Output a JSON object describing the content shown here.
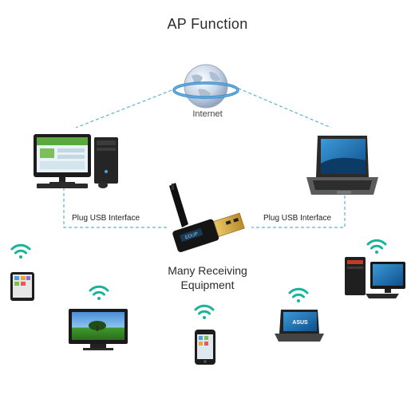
{
  "title": "AP Function",
  "internet_label": "Internet",
  "usb_left_label": "Plug USB Interface",
  "usb_right_label": "Plug USB Interface",
  "center_label_line1": "Many Receiving",
  "center_label_line2": "Equipment",
  "adapter_brand": "EDUP",
  "colors": {
    "wifi": "#1ab39a",
    "dashed_line": "#5fb3c6",
    "screen_blue": "#2a7fc0",
    "usb_gold": "#d8b04a"
  },
  "icons": [
    "globe-icon",
    "desktop-pc-icon",
    "laptop-icon",
    "usb-adapter-icon",
    "tablet-icon",
    "tv-icon",
    "phone-icon",
    "notebook-icon",
    "pc-workstation-icon",
    "wifi-icon"
  ]
}
